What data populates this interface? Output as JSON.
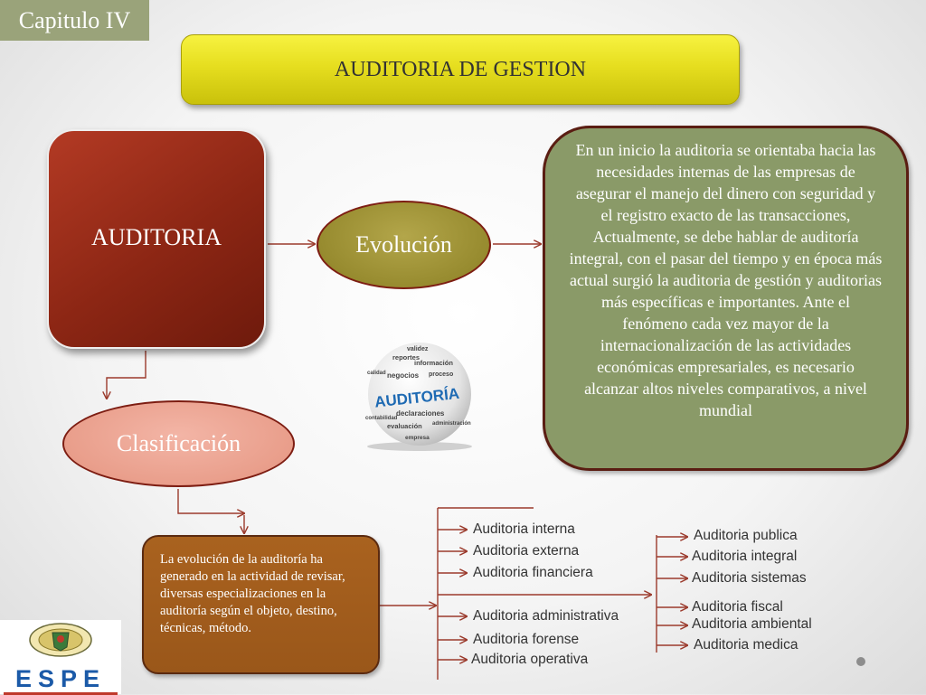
{
  "chapter": "Capitulo IV",
  "title": "AUDITORIA DE GESTION",
  "main_box": "AUDITORIA",
  "evolution": "Evolución",
  "classification": "Clasificación",
  "description": "En un inicio la auditoria se orientaba hacia las necesidades internas de las empresas de asegurar el manejo del dinero con seguridad y el registro exacto de las transacciones, Actualmente, se debe hablar de auditoría integral, con el pasar del tiempo y en época más actual surgió la auditoria de gestión y auditorias más específicas e importantes. Ante el fenómeno cada vez mayor de la internacionalización de las actividades económicas empresariales, es necesario alcanzar altos niveles comparativos, a nivel mundial",
  "evolution_note": "La evolución de la auditoría ha generado en la actividad de revisar, diversas especializaciones en la auditoría según el objeto, destino, técnicas, método.",
  "types_left": [
    "Auditoria interna",
    "Auditoria externa",
    "Auditoria financiera",
    "Auditoria administrativa",
    "Auditoria forense",
    "Auditoria operativa"
  ],
  "types_right": [
    "Auditoria publica",
    "Auditoria integral",
    "Auditoria sistemas",
    "Auditoria fiscal",
    "Auditoria ambiental",
    "Auditoria medica"
  ],
  "globe_label": "AUDITORÍA",
  "globe_words": [
    "validez",
    "reportes",
    "información",
    "negocios",
    "proceso",
    "calidad",
    "declaraciones",
    "administración",
    "evaluación",
    "contabilidad",
    "empresa"
  ],
  "logo_text": "ESPE",
  "colors": {
    "chapter_bg": "#9aa37a",
    "title_yellow": "#e6de1f",
    "auditoria_red": "#8c2614",
    "evolucion_olive": "#978b2f",
    "clasificacion_pink": "#e99e8b",
    "description_green": "#8a9a68",
    "note_brown": "#9a571a",
    "connector": "#9b3a2c"
  }
}
